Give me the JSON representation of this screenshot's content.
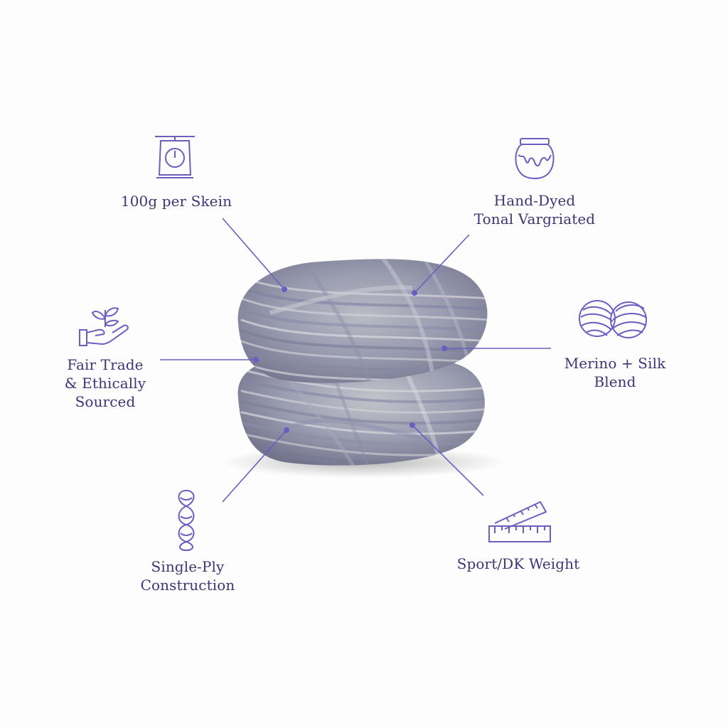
{
  "accent_color": "#6b5ec2",
  "text_color": "#3c3578",
  "product": {
    "image": "yarn-skein-photo",
    "colorway": "lavender-grey tonal"
  },
  "features": [
    {
      "icon": "scale-icon",
      "lines": [
        "100g per Skein"
      ]
    },
    {
      "icon": "dye-pot-icon",
      "lines": [
        "Hand-Dyed",
        "Tonal Vargriated"
      ]
    },
    {
      "icon": "hand-leaves-icon",
      "lines": [
        "Fair Trade",
        "& Ethically",
        "Sourced"
      ]
    },
    {
      "icon": "yarn-balls-icon",
      "lines": [
        "Merino + Silk",
        "Blend"
      ]
    },
    {
      "icon": "twisted-ply-icon",
      "lines": [
        "Single-Ply",
        "Construction"
      ]
    },
    {
      "icon": "ruler-icon",
      "lines": [
        "Sport/DK Weight"
      ]
    }
  ]
}
